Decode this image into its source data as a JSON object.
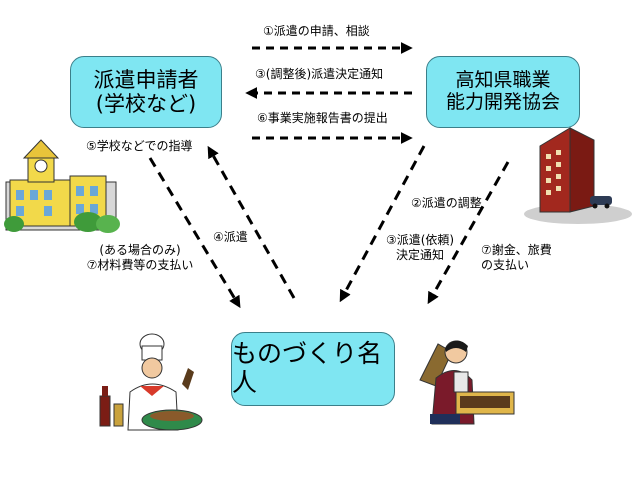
{
  "boxes": {
    "applicant": {
      "line1": "派遣申請者",
      "line2": "(学校など)"
    },
    "association": {
      "line1": "高知県職業",
      "line2": "能力開発協会"
    },
    "meister": {
      "label": "ものづくり名人"
    }
  },
  "labels": {
    "step1": "①派遣の申請、相談",
    "step3_notice": "③(調整後)派遣決定通知",
    "step6": "⑥事業実施報告書の提出",
    "step5": "⑤学校などでの指導",
    "step2": "②派遣の調整",
    "step4": "④派遣",
    "step3_request_line1": "③派遣(依頼)",
    "step3_request_line2": "決定通知",
    "step7_fee_line1": "⑦謝金、旅費",
    "step7_fee_line2": "の支払い",
    "step7_material_line1": "(ある場合のみ)",
    "step7_material_line2": "⑦材料費等の支払い"
  },
  "illustrations": [
    "school-building-icon",
    "office-building-icon",
    "chef-icon",
    "craftsman-icon"
  ],
  "colors": {
    "box_fill": "#7fe6f2",
    "box_border": "#3b7f8a",
    "arrow": "#000000"
  }
}
